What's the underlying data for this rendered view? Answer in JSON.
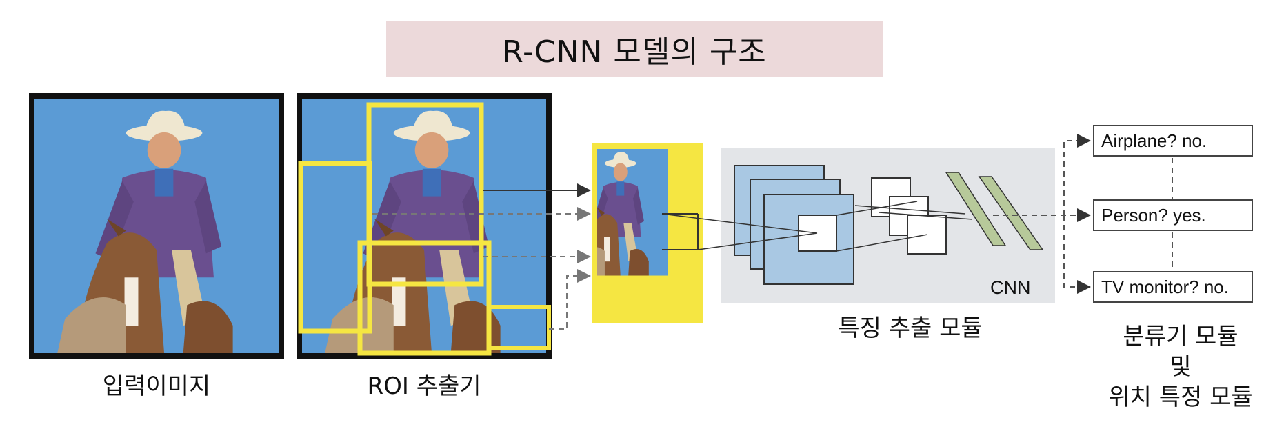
{
  "title": "R-CNN 모델의 구조",
  "labels": {
    "input_image": "입력이미지",
    "roi_extractor": "ROI 추출기",
    "feature_module": "특징 추출 모듈",
    "classifier_line1": "분류기 모듈",
    "classifier_line2": "및",
    "classifier_line3": "위치 특정 모듈",
    "cnn": "CNN"
  },
  "outputs": [
    {
      "label": "Airplane? no."
    },
    {
      "label": "Person? yes."
    },
    {
      "label": "TV monitor? no."
    }
  ],
  "colors": {
    "title_bg": "#ecd9da",
    "sky": "#5b9bd5",
    "roi_box": "#f5e642",
    "cnn_panel": "#e3e5e8",
    "feature_map": "#a9c8e3",
    "fc_layer": "#b7c99a"
  }
}
